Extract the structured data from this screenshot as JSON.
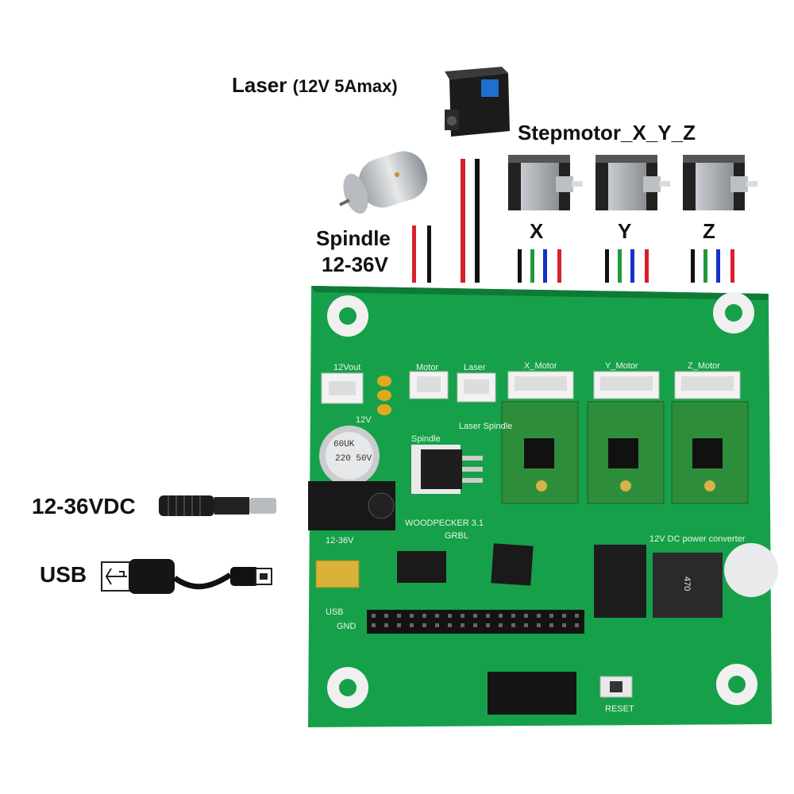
{
  "labels": {
    "laser": "Laser",
    "laser_spec": "(12V 5Amax)",
    "stepmotor": "Stepmotor_X_Y_Z",
    "spindle": "Spindle",
    "spindle_voltage": "12-36V",
    "axis_x": "X",
    "axis_y": "Y",
    "axis_z": "Z",
    "power_input": "12-36VDC",
    "usb": "USB"
  },
  "board": {
    "name": "WOODPECKER 3.1",
    "firmware": "GRBL",
    "silk_12vout": "12Vout",
    "silk_motor": "Motor",
    "silk_laser": "Laser",
    "silk_x_motor": "X_Motor",
    "silk_y_motor": "Y_Motor",
    "silk_z_motor": "Z_Motor",
    "silk_spindle": "Spindle",
    "silk_laser_spindle": "Laser Spindle",
    "silk_12v": "12V",
    "silk_12_36v": "12-36V",
    "silk_usb": "USB",
    "silk_gnd": "GND",
    "silk_reset": "RESET",
    "silk_converter": "12V DC power converter",
    "capacitor_text": "470",
    "elcap_text": "220 50V",
    "elcap_brand": "60UK"
  },
  "wire_colors": {
    "red": "#d8202a",
    "black": "#111111",
    "green": "#1f9a3a",
    "blue": "#1730c8"
  },
  "colors": {
    "pcb": "#17a04a",
    "driver": "#2e8d3a",
    "connector": "#f2f2f2"
  }
}
